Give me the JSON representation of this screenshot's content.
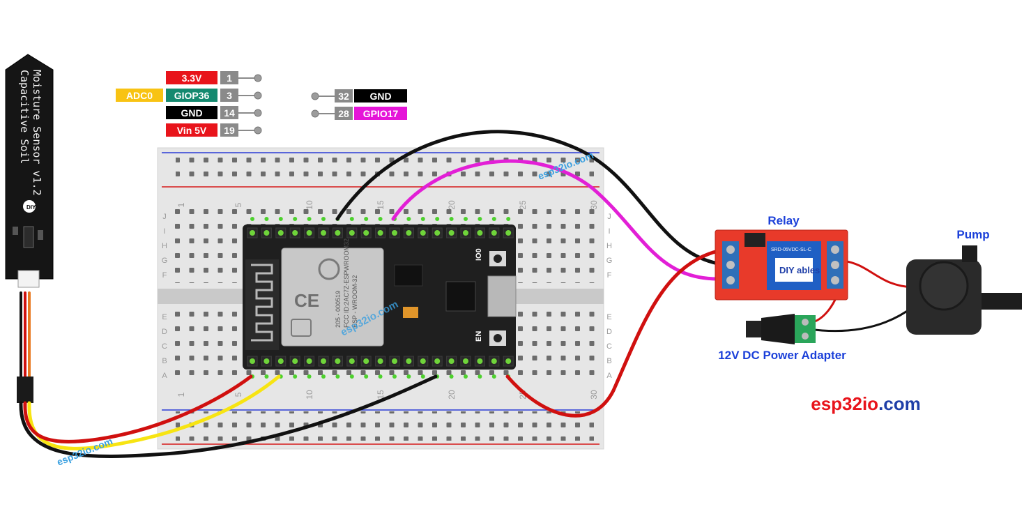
{
  "sensor": {
    "line1": "Capacitive Soil",
    "line2": "Moisture Sensor v1.2",
    "logo": "DIY"
  },
  "left_pins": [
    {
      "label": "3.3V",
      "num": "1",
      "color": "#e8141b",
      "extra": ""
    },
    {
      "label": "GIOP36",
      "num": "3",
      "color": "#14896f",
      "extra": "ADC0"
    },
    {
      "label": "GND",
      "num": "14",
      "color": "#000000",
      "extra": ""
    },
    {
      "label": "Vin 5V",
      "num": "19",
      "color": "#e8141b",
      "extra": ""
    }
  ],
  "right_pins": [
    {
      "label": "GND",
      "num": "32",
      "color": "#000000"
    },
    {
      "label": "GPIO17",
      "num": "28",
      "color": "#e515d8"
    }
  ],
  "breadboard": {
    "col_numbers": [
      "1",
      "5",
      "10",
      "15",
      "20",
      "25",
      "30"
    ],
    "row_letters_top": [
      "J",
      "I",
      "H",
      "G",
      "F"
    ],
    "row_letters_bottom": [
      "E",
      "D",
      "C",
      "B",
      "A"
    ]
  },
  "esp32": {
    "module_name": "ESP - WROOM-32",
    "fcc_id": "FCC ID:2AC7Z-ESPWROOM32",
    "code": "205 - 000519",
    "button_top": "IO0",
    "button_bottom": "EN"
  },
  "relay": {
    "title": "Relay",
    "model": "SRD-05VDC-SL-C",
    "logo": "DIY ables"
  },
  "pump": {
    "title": "Pump"
  },
  "adapter": {
    "title": "12V DC Power Adapter"
  },
  "brand": {
    "part1": "esp32io",
    "part2": ".com"
  },
  "watermarks": [
    "esp32io.com",
    "esp32io.com",
    "esp32io.com"
  ],
  "colors": {
    "wire_red": "#d0100f",
    "wire_black": "#111111",
    "wire_magenta": "#e21fd6",
    "wire_yellow": "#f7e412",
    "wire_orange": "#e87820",
    "pin_gray": "#8a8a8a",
    "label_blue": "#1a3fd9",
    "brand_red": "#e8141b",
    "brand_green": "#15a83a",
    "brand_blue": "#1f3fa8",
    "breadboard": "#e6e6e6",
    "esp_board": "#202020",
    "relay_red": "#e83a2a"
  }
}
